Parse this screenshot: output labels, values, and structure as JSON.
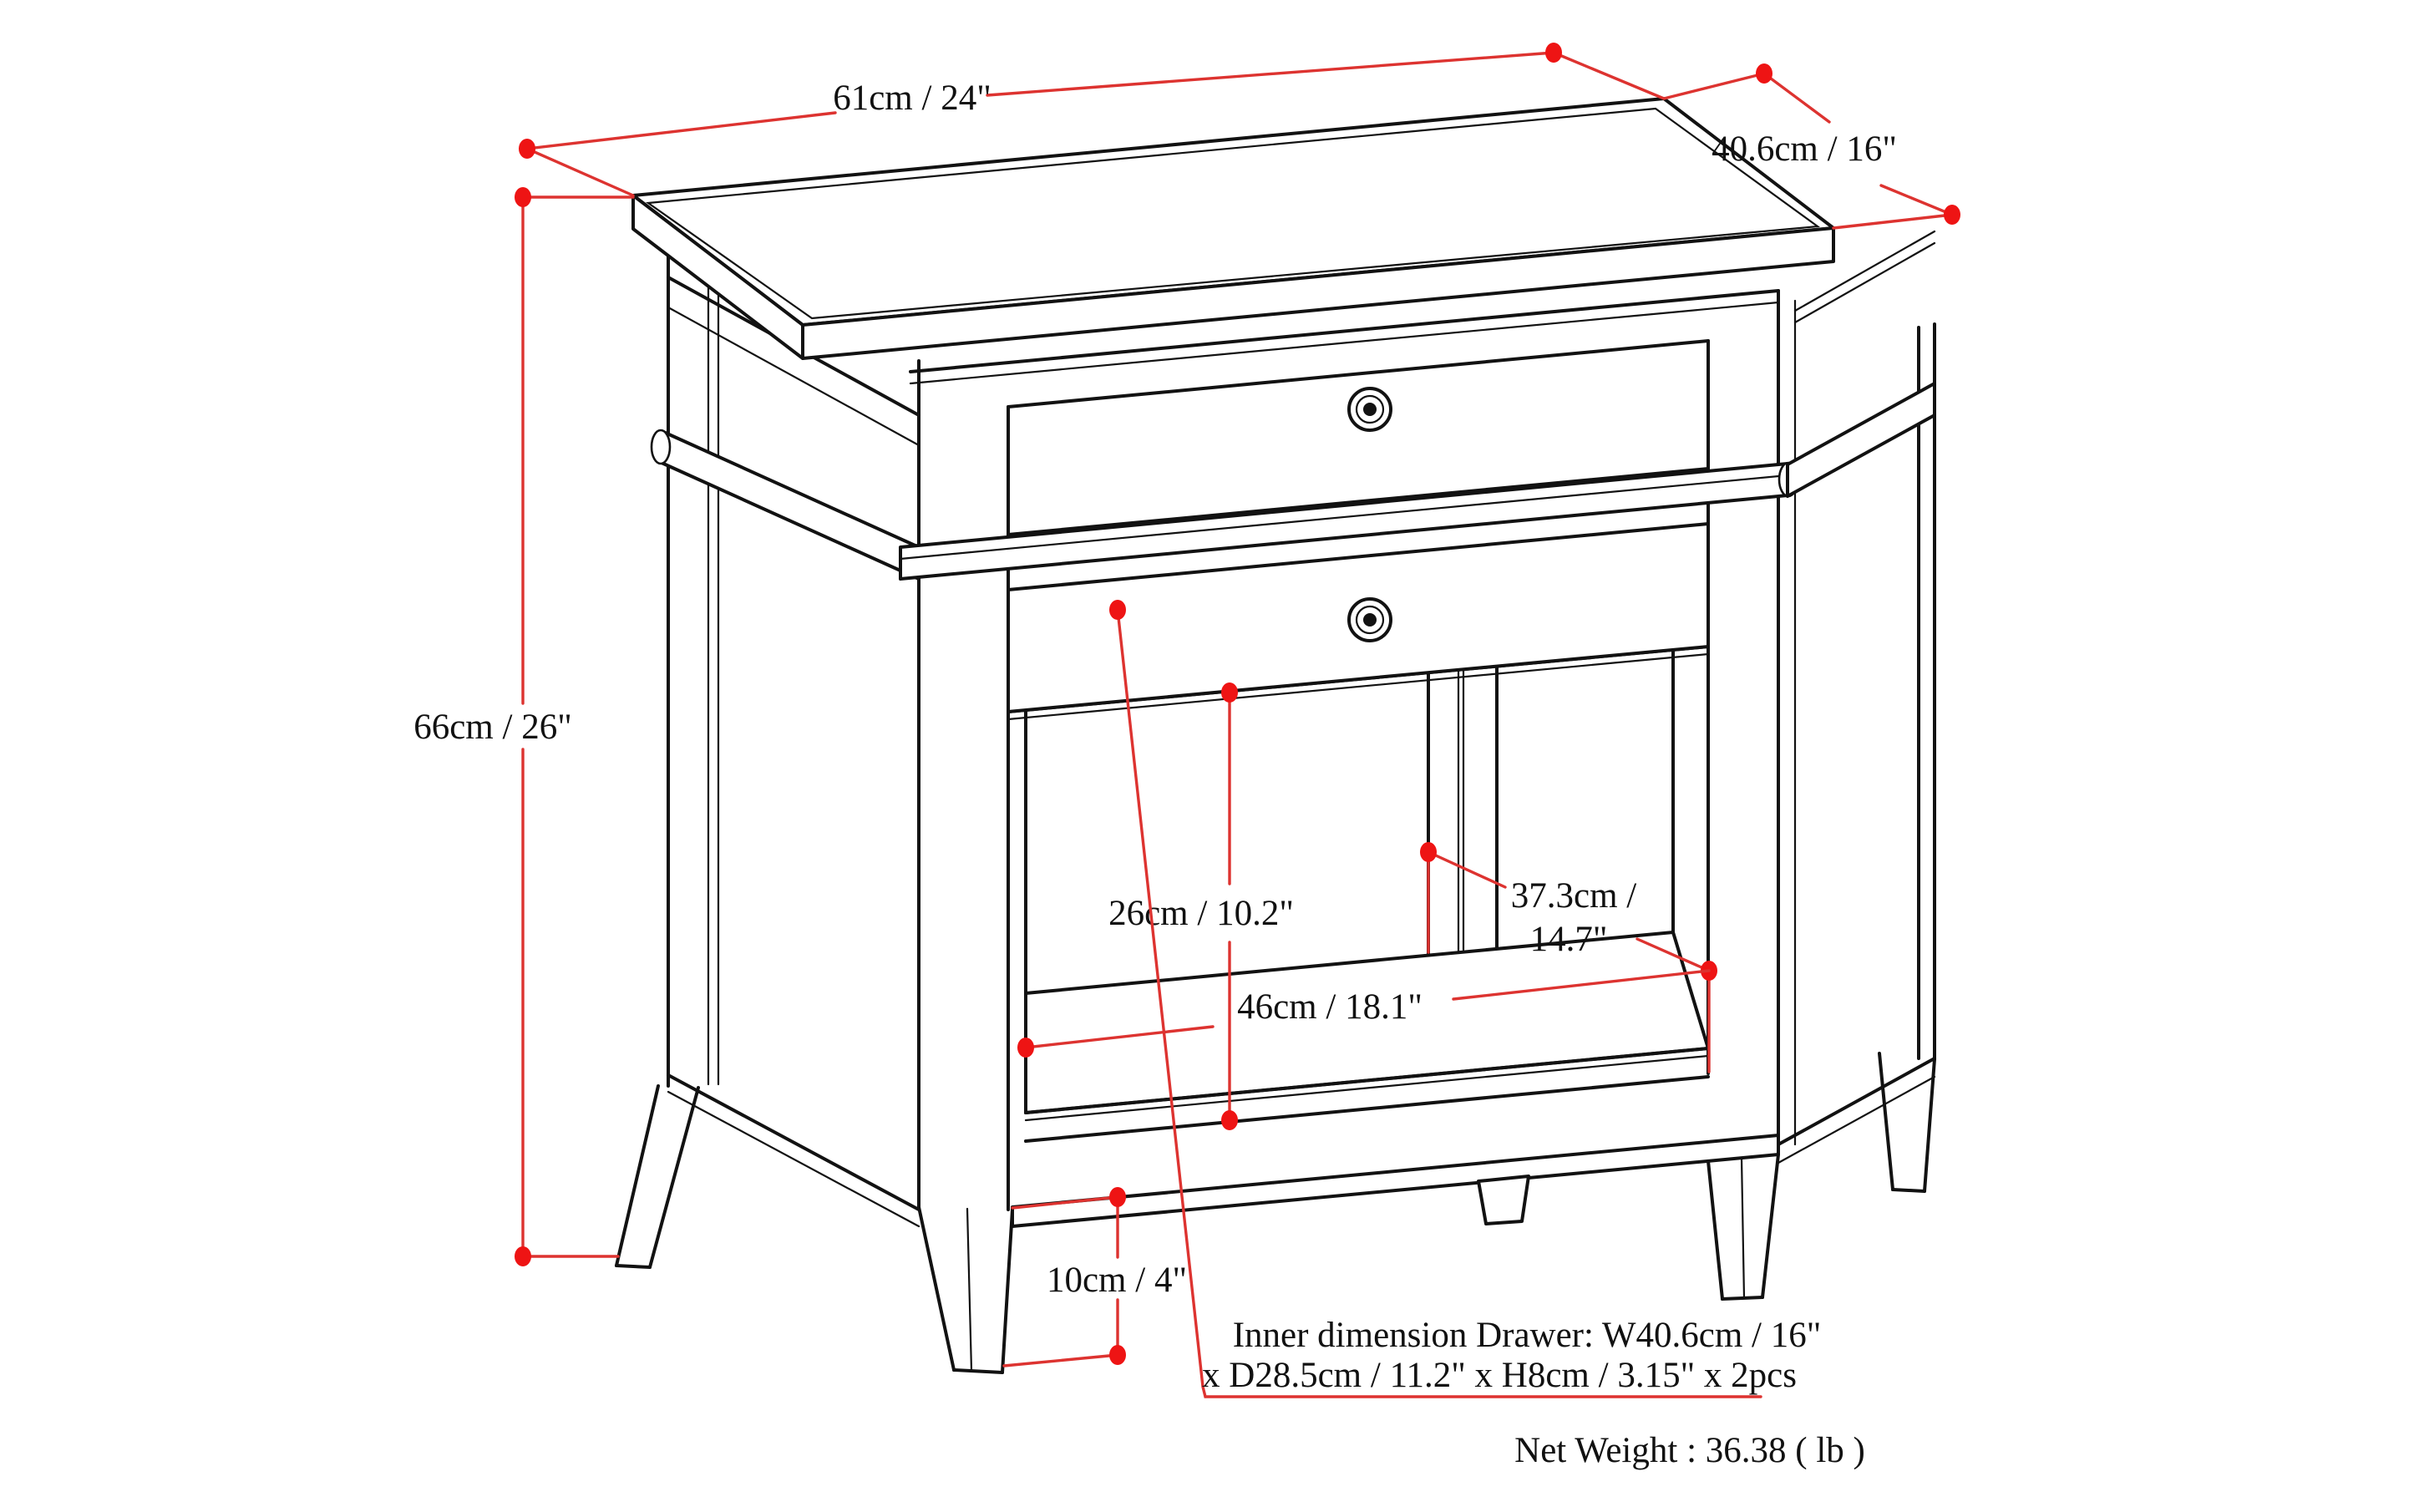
{
  "meta": {
    "diagram_type": "product dimension diagram",
    "product": "nightstand with two drawers and open shelf",
    "background_color": "#ffffff",
    "outline_color": "#121212",
    "accent_line_color": "#dd3330",
    "accent_dot_color": "#ee1414"
  },
  "dimensions": {
    "width": "61cm / 24\"",
    "depth": "40.6cm / 16\"",
    "height": "66cm / 26\"",
    "opening_height": "26cm / 10.2\"",
    "opening_inner_line1": "37.3cm /",
    "opening_inner_line2": "14.7\"",
    "shelf_width": "46cm / 18.1\"",
    "leg_height": "10cm / 4\"",
    "drawer_note_line1": "Inner dimension Drawer: W40.6cm / 16\"",
    "drawer_note_line2": "x D28.5cm / 11.2\" x H8cm / 3.15\" x 2pcs",
    "net_weight": "Net Weight : 36.38 ( lb )"
  }
}
